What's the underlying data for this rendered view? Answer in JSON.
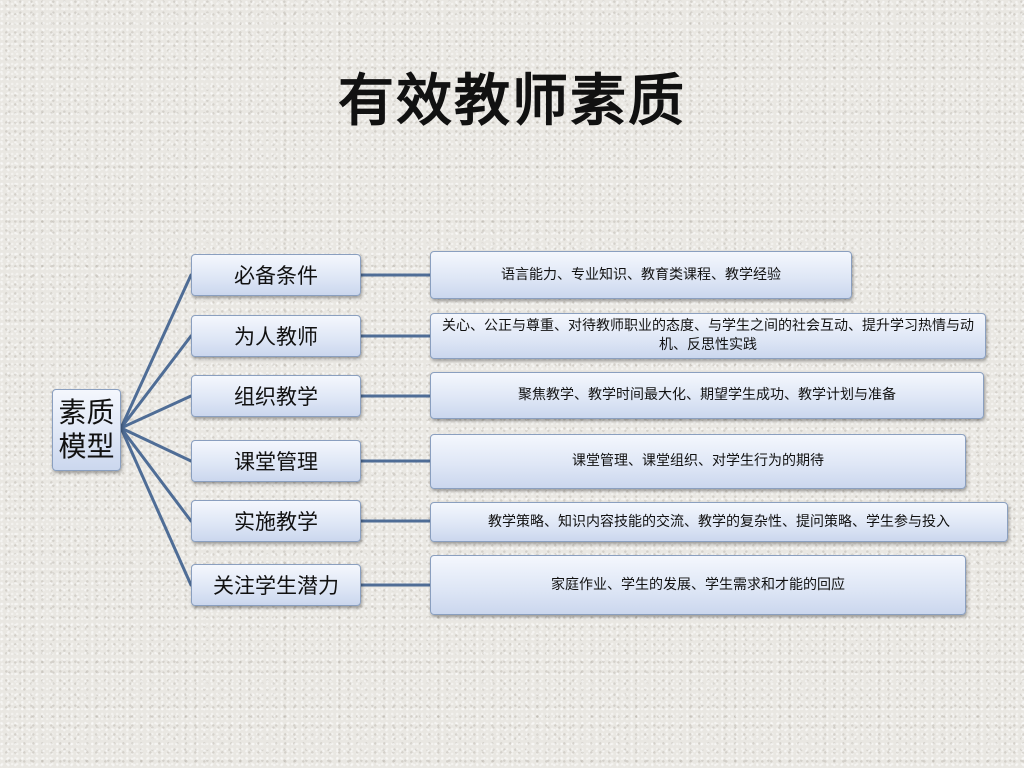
{
  "title": "有效教师素质",
  "root": {
    "label": "素质模型"
  },
  "branches": [
    {
      "label": "必备条件",
      "detail": "语言能力、专业知识、教育类课程、教学经验"
    },
    {
      "label": "为人教师",
      "detail": "关心、公正与尊重、对待教师职业的态度、与学生之间的社会互动、提升学习热情与动机、反思性实践"
    },
    {
      "label": "组织教学",
      "detail": "聚焦教学、教学时间最大化、期望学生成功、教学计划与准备"
    },
    {
      "label": "课堂管理",
      "detail": "课堂管理、课堂组织、对学生行为的期待"
    },
    {
      "label": "实施教学",
      "detail": "教学策略、知识内容技能的交流、教学的复杂性、提问策略、学生参与投入"
    },
    {
      "label": "关注学生潜力",
      "detail": "家庭作业、学生的发展、学生需求和才能的回应"
    }
  ],
  "colors": {
    "connector": "#4f6d96",
    "box_border": "#8a9fbf"
  }
}
